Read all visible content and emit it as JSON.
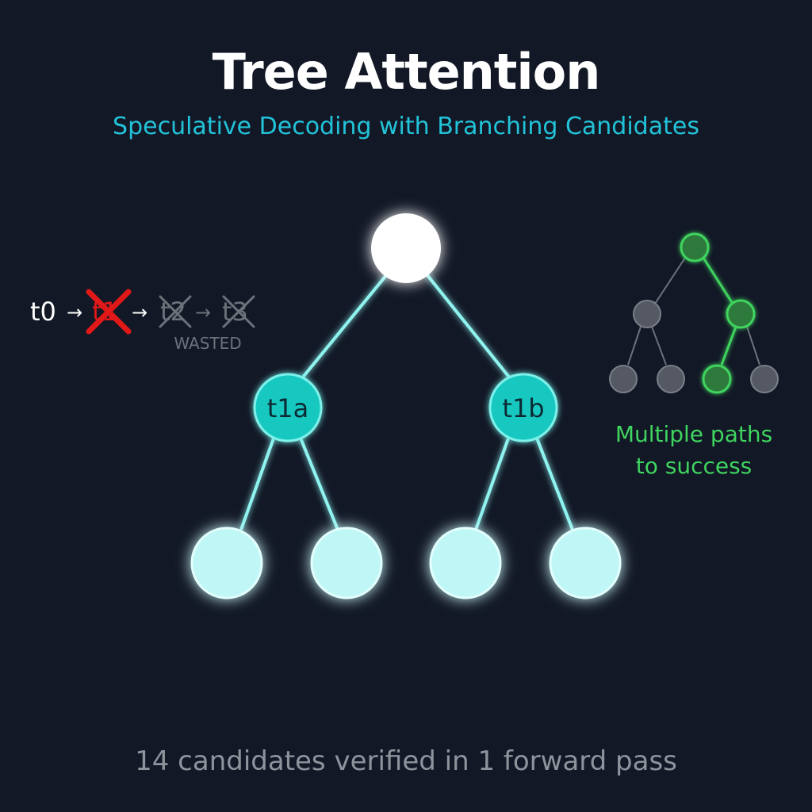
{
  "header": {
    "title": "Tree Attention",
    "subtitle": "Speculative Decoding with Branching Candidates"
  },
  "sequential": {
    "tokens": [
      "t0",
      "t1",
      "t2",
      "t3"
    ],
    "arrow": "→",
    "wasted_label": "WASTED"
  },
  "tree": {
    "node_labels": {
      "left": "t1a",
      "right": "t1b"
    }
  },
  "side": {
    "caption_line1": "Multiple paths",
    "caption_line2": "to success"
  },
  "footer": {
    "text": "14 candidates verified in 1 forward pass"
  },
  "colors": {
    "background": "#121826",
    "accent_cyan": "#22c3d8",
    "node_teal": "#15c8c0",
    "leaf_cyan": "#bff6f6",
    "reject_red": "#e01818",
    "success_green": "#3fd45f",
    "muted_gray": "#6c717a"
  }
}
